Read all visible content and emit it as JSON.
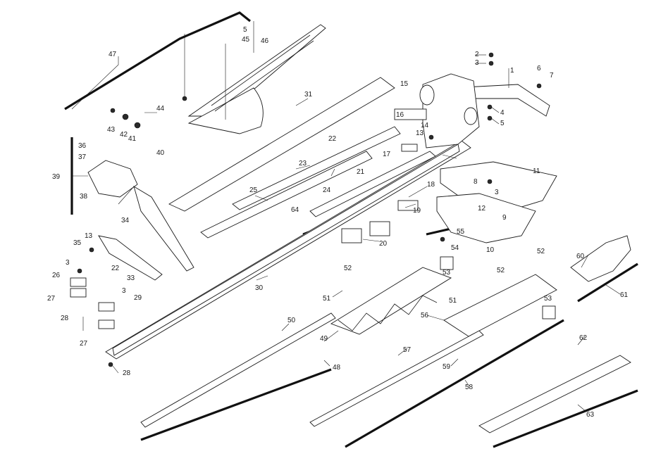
{
  "labels": {
    "p1": "1",
    "p2": "2",
    "p3a": "3",
    "p3b": "3",
    "p3c": "3",
    "p3d": "3",
    "p4": "4",
    "p5a": "5",
    "p5b": "5",
    "p6": "6",
    "p7": "7",
    "p8": "8",
    "p9": "9",
    "p10": "10",
    "p11": "11",
    "p12": "12",
    "p13a": "13",
    "p13b": "13",
    "p14": "14",
    "p15": "15",
    "p16": "16",
    "p17": "17",
    "p18": "18",
    "p19": "19",
    "p20": "20",
    "p21": "21",
    "p22a": "22",
    "p22b": "22",
    "p23": "23",
    "p24": "24",
    "p25": "25",
    "p26": "26",
    "p27a": "27",
    "p27b": "27",
    "p28a": "28",
    "p28b": "28",
    "p29": "29",
    "p30": "30",
    "p31": "31",
    "p33": "33",
    "p34": "34",
    "p35": "35",
    "p36": "36",
    "p37": "37",
    "p38": "38",
    "p39": "39",
    "p40": "40",
    "p41": "41",
    "p42": "42",
    "p43": "43",
    "p44": "44",
    "p45": "45",
    "p46": "46",
    "p47": "47",
    "p48": "48",
    "p49": "49",
    "p50": "50",
    "p51a": "51",
    "p51b": "51",
    "p52a": "52",
    "p52b": "52",
    "p52c": "52",
    "p53a": "53",
    "p53b": "53",
    "p54": "54",
    "p55": "55",
    "p56": "56",
    "p57": "57",
    "p58": "58",
    "p59": "59",
    "p60": "60",
    "p61": "61",
    "p62": "62",
    "p63": "63",
    "p64": "64"
  },
  "colors": {
    "ink": "#1a1a1a",
    "paper": "#ffffff"
  }
}
